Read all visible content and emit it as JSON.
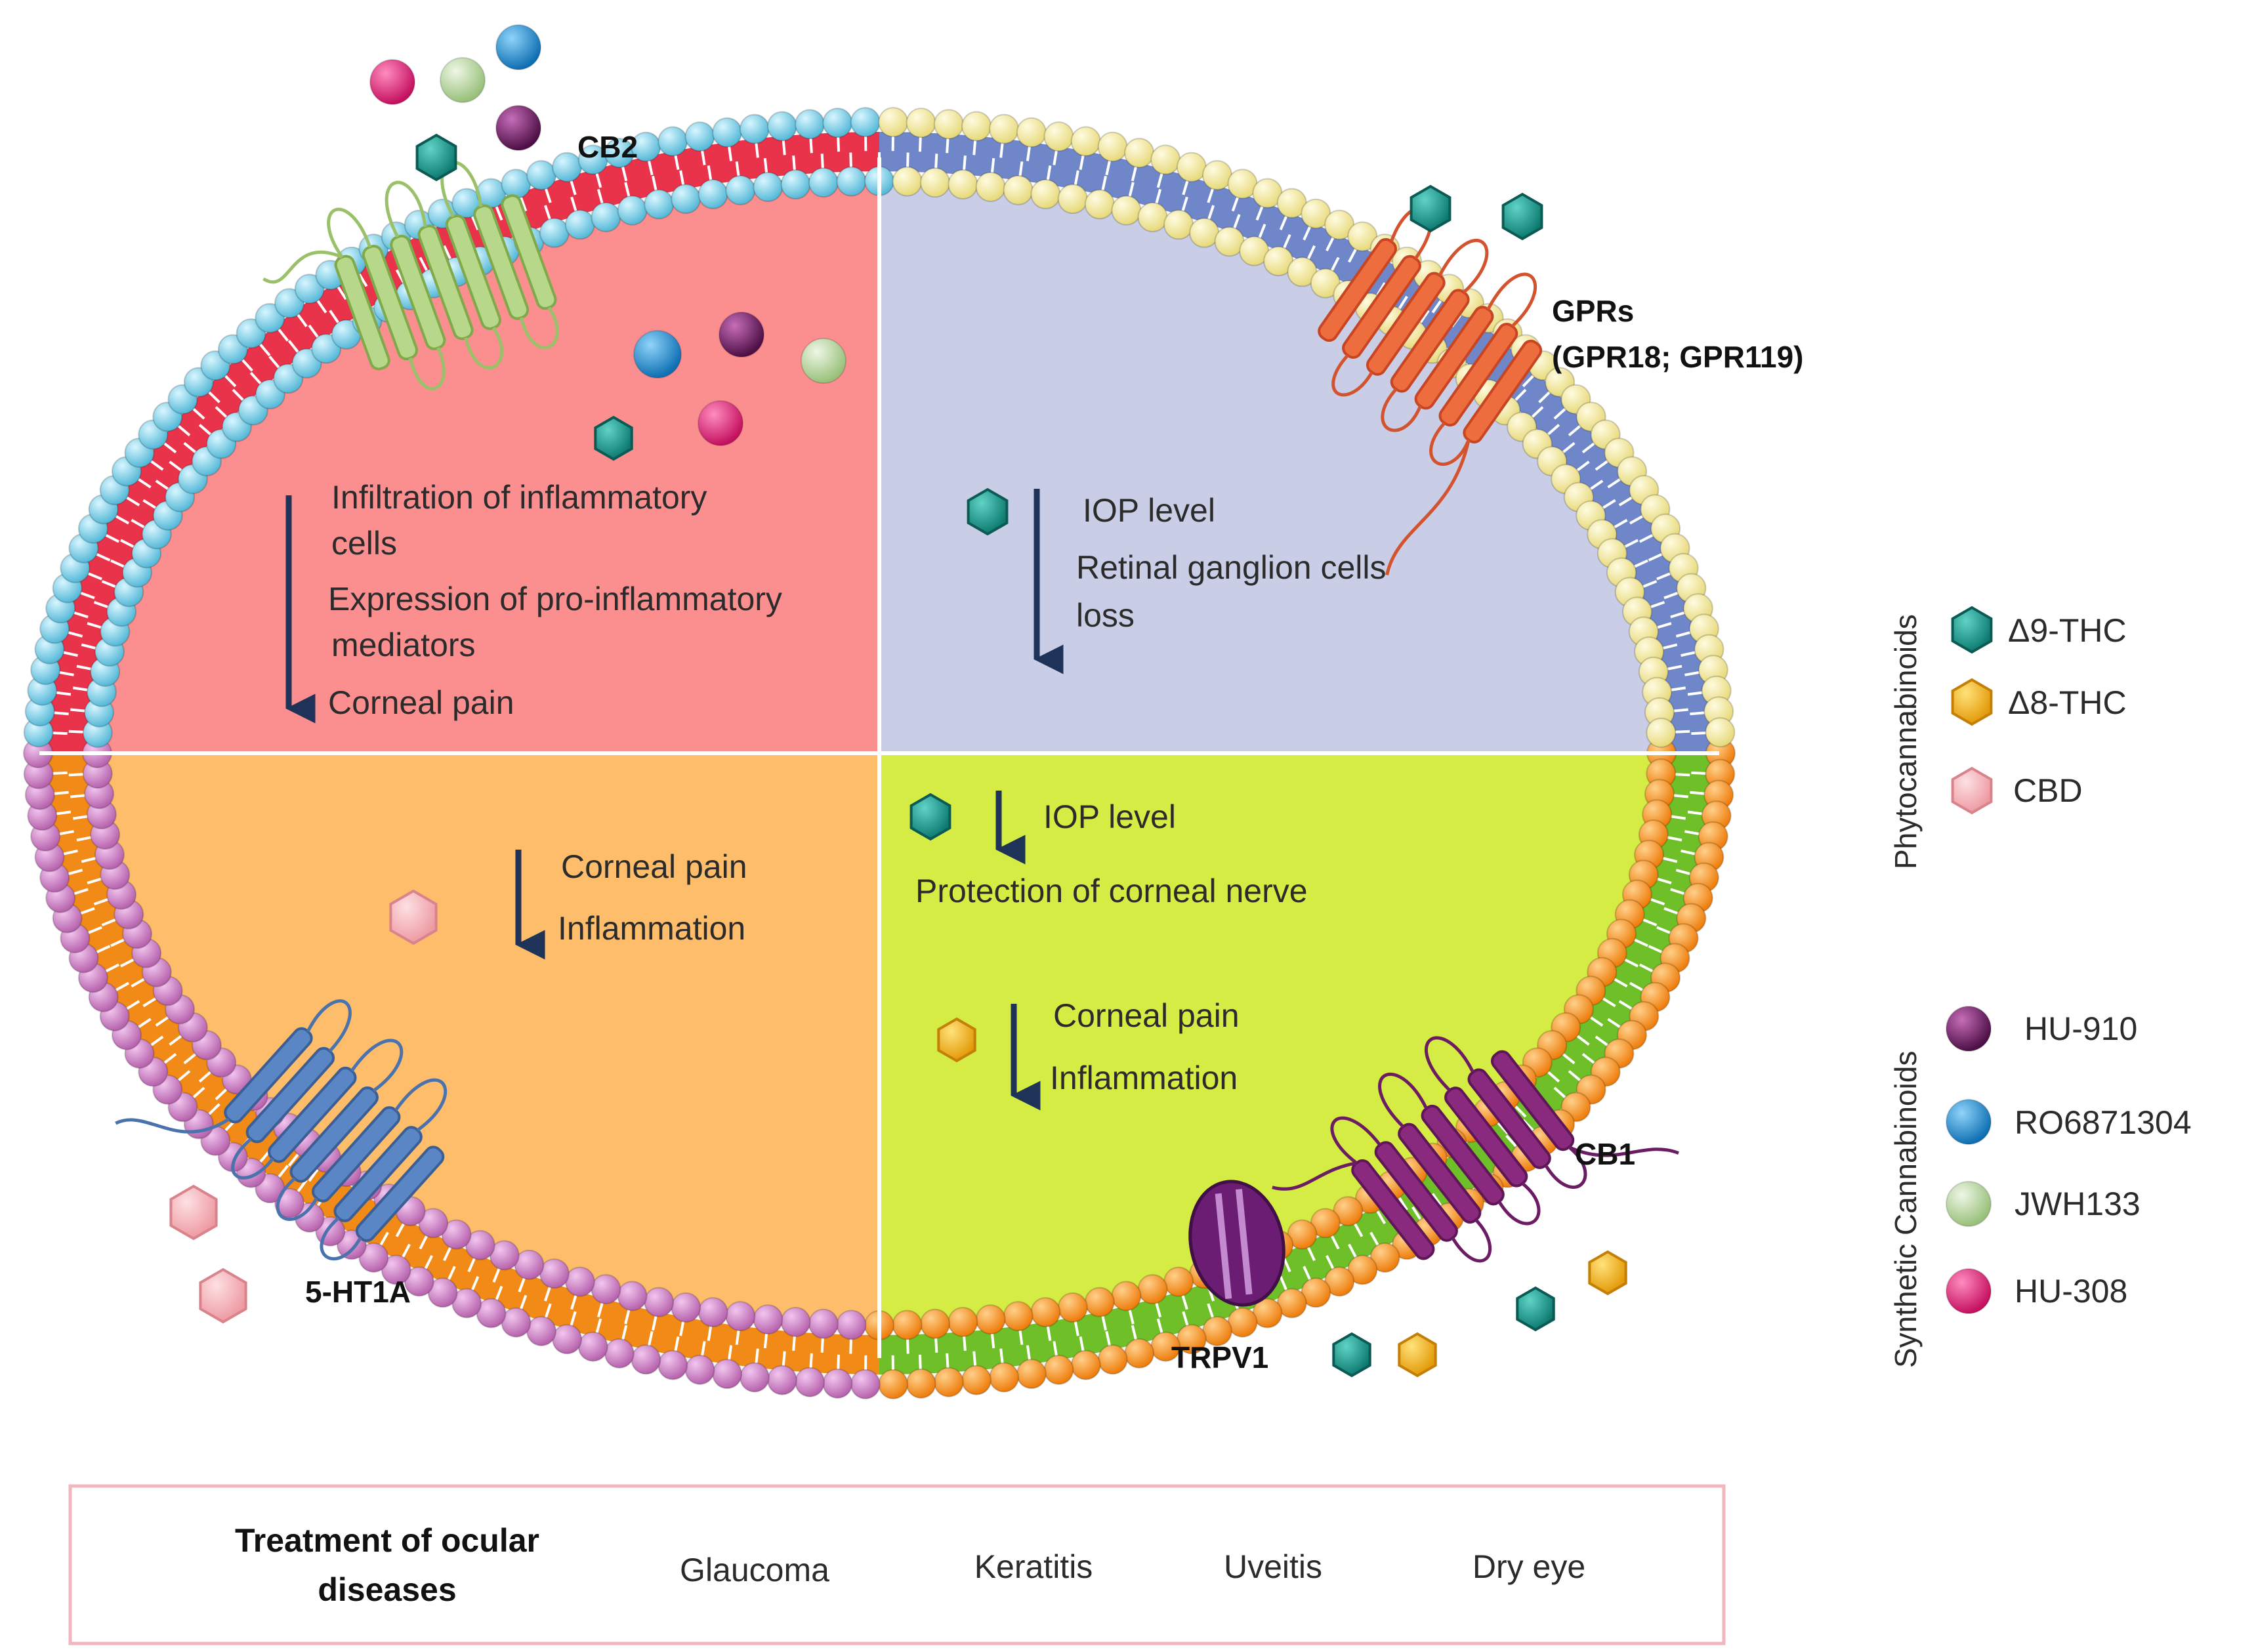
{
  "quadrants": {
    "top_left": {
      "lines": [
        "Infiltration of inflammatory",
        "cells",
        "Expression of pro-inflammatory",
        "mediators",
        "Corneal pain"
      ],
      "color": "#fb8e8e"
    },
    "top_right": {
      "lines": [
        "IOP level",
        "Retinal ganglion cells",
        "loss"
      ],
      "color": "#c9cde6"
    },
    "bottom_left": {
      "lines": [
        "Corneal pain",
        "Inflammation"
      ],
      "color": "#fdbd6b"
    },
    "bottom_right": {
      "lines": [
        "IOP level",
        "Protection of corneal nerve",
        "Corneal pain",
        "Inflammation"
      ],
      "color": "#d4ec43"
    }
  },
  "receptors": {
    "cb2": "CB2",
    "gprs": "GPRs",
    "gprs_sub": "(GPR18; GPR119)",
    "cb1": "CB1",
    "trpv1": "TRPV1",
    "ht1a": "5-HT1A"
  },
  "legend": {
    "phyto_title": "Phytocannabinoids",
    "phyto": [
      {
        "label": "Δ9-THC",
        "color": "#169a8e",
        "icon": "hexagon"
      },
      {
        "label": "Δ8-THC",
        "color": "#f6b51c",
        "icon": "hexagon"
      },
      {
        "label": "CBD",
        "color": "#f6b2b8",
        "icon": "hexagon"
      }
    ],
    "synthetic_title": "Synthetic Cannabinoids",
    "synthetic": [
      {
        "label": "HU-910",
        "color": "#7a1f6e",
        "icon": "sphere"
      },
      {
        "label": "RO6871304",
        "color": "#1f9ad8",
        "icon": "sphere"
      },
      {
        "label": "JWH133",
        "color": "#bfdca7",
        "icon": "sphere"
      },
      {
        "label": "HU-308",
        "color": "#e8237a",
        "icon": "sphere"
      }
    ]
  },
  "treatment": {
    "title_line1": "Treatment of ocular",
    "title_line2": "diseases",
    "diseases": [
      "Glaucoma",
      "Keratitis",
      "Uveitis",
      "Dry eye"
    ]
  }
}
